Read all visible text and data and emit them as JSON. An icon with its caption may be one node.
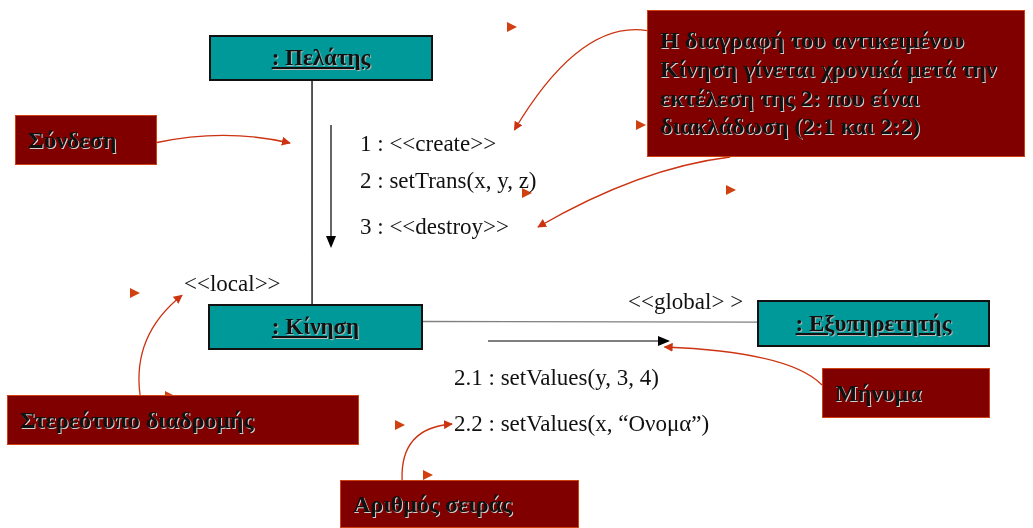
{
  "diagram": {
    "nodes": [
      {
        "text": [
          ": Πελάτης"
        ]
      },
      {
        "text": [
          ": Κίνηση"
        ]
      },
      {
        "text": [
          ": Εξυπηρετητής"
        ]
      },
      {
        "text": [
          "Σύνδεση"
        ]
      },
      {
        "text": [
          "Η διαγραφή του αντικειμένου Κίνηση γίνεται χρονικά μετά την εκτέλεση της 2: που είναι διακλάδωση (2:1 και 2:2)"
        ]
      },
      {
        "text": [
          "Στερεότυπο διαδρομής"
        ]
      },
      {
        "text": [
          "Μήνυμα"
        ]
      },
      {
        "text": [
          "Αριθμός σειράς"
        ]
      },
      {
        "text": [
          "1 : <<create>>"
        ]
      },
      {
        "text": [
          "2 : setTrans(x, y, z)"
        ]
      },
      {
        "text": [
          "3 : <<destroy>>"
        ]
      },
      {
        "text": [
          "<<local>>"
        ]
      },
      {
        "text": [
          "2.1 : setValues(y, 3, 4)"
        ]
      },
      {
        "text": [
          "2.2 : setValues(x, “Ονομα”)"
        ]
      },
      {
        "text": [],
        "shape": "arrow"
      }
    ],
    "edges": [
      {
        "from": 0,
        "to": 1,
        "arrow": "none",
        "color": "#000000"
      },
      {
        "from": 1,
        "to": 2,
        "arrow": "none",
        "color": "#808080"
      },
      {
        "from": 3,
        "to": null,
        "arrow": "to"
      },
      {
        "from": 4,
        "to": 8,
        "arrow": "to"
      },
      {
        "from": 4,
        "to": 10,
        "arrow": "to"
      },
      {
        "from": 5,
        "to": 11,
        "arrow": "to"
      },
      {
        "from": 6,
        "to": 14,
        "arrow": "to"
      },
      {
        "from": 7,
        "to": 13,
        "arrow": "to"
      }
    ],
    "labels": [
      "<<global> >"
    ]
  }
}
